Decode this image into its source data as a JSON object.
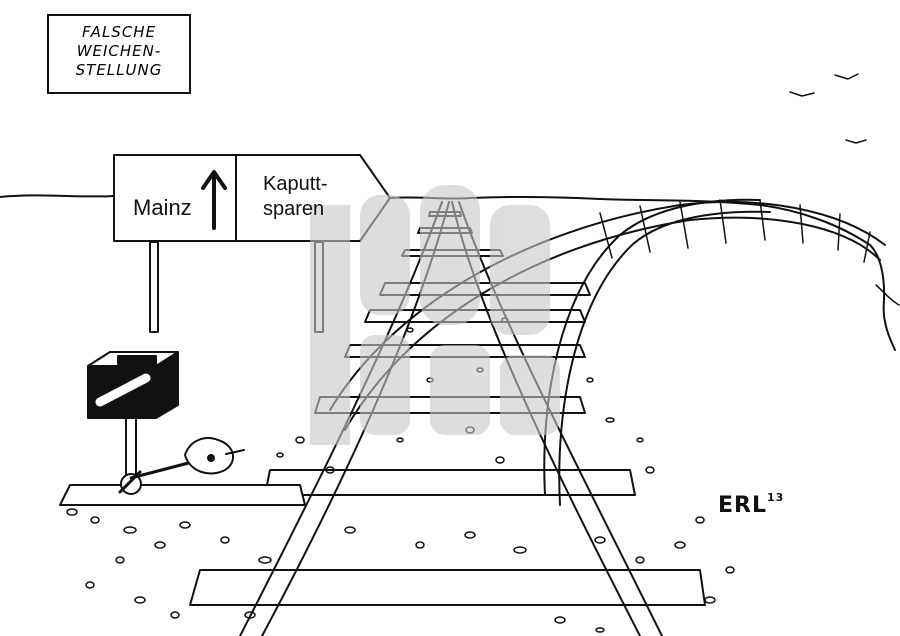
{
  "caption": {
    "lines": [
      "FALSCHE",
      "WEICHEN-",
      "STELLUNG"
    ]
  },
  "sign": {
    "left_label": "Mainz",
    "arrow_icon": "arrow-up-icon",
    "right_label_line1": "Kaputt-",
    "right_label_line2": "sparen"
  },
  "signature": {
    "name": "ERL",
    "year": "13"
  },
  "watermark": {
    "text": "toonpool.com",
    "color": "#c8c8c8"
  },
  "colors": {
    "ink": "#111111",
    "paper": "#ffffff"
  }
}
